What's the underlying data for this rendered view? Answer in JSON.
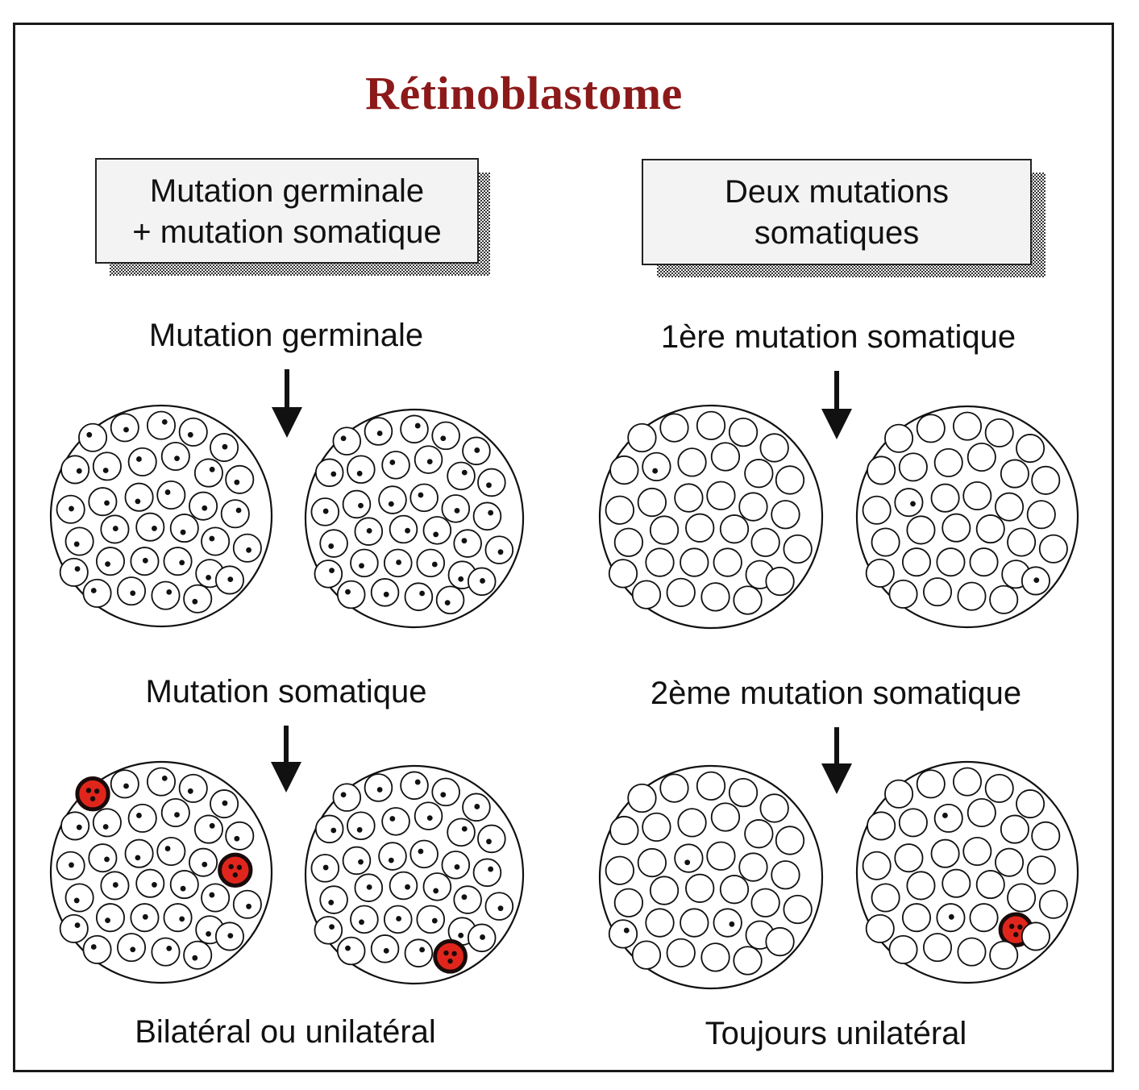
{
  "title": "Rétinoblastome",
  "left": {
    "header_line1": "Mutation germinale",
    "header_line2": "+ mutation somatique",
    "step1": "Mutation germinale",
    "step2": "Mutation somatique",
    "result": "Bilatéral ou unilatéral"
  },
  "right": {
    "header_line1": "Deux mutations",
    "header_line2": "somatiques",
    "step1": "1ère mutation somatique",
    "step2": "2ème mutation somatique",
    "result": "Toujours unilatéral"
  },
  "colors": {
    "title": "#8c1a1a",
    "tumor_cell": "#e0261c",
    "ink": "#111111"
  }
}
